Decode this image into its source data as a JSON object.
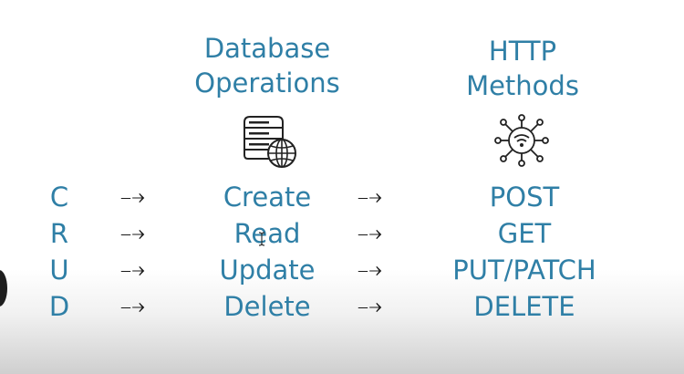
{
  "headings": {
    "database": [
      "Database",
      "Operations"
    ],
    "http": [
      "HTTP",
      "Methods"
    ]
  },
  "icons": {
    "database": "database-server-globe-icon",
    "http": "network-wifi-globe-icon"
  },
  "arrow_glyph": "⤍",
  "rows": [
    {
      "letter": "C",
      "operation": "Create",
      "method": "POST"
    },
    {
      "letter": "R",
      "operation": "Read",
      "method": "GET"
    },
    {
      "letter": "U",
      "operation": "Update",
      "method": "PUT/PATCH"
    },
    {
      "letter": "D",
      "operation": "Delete",
      "method": "DELETE"
    }
  ],
  "colors": {
    "text": "#2f7fa6",
    "arrow": "#1a1a1a"
  }
}
